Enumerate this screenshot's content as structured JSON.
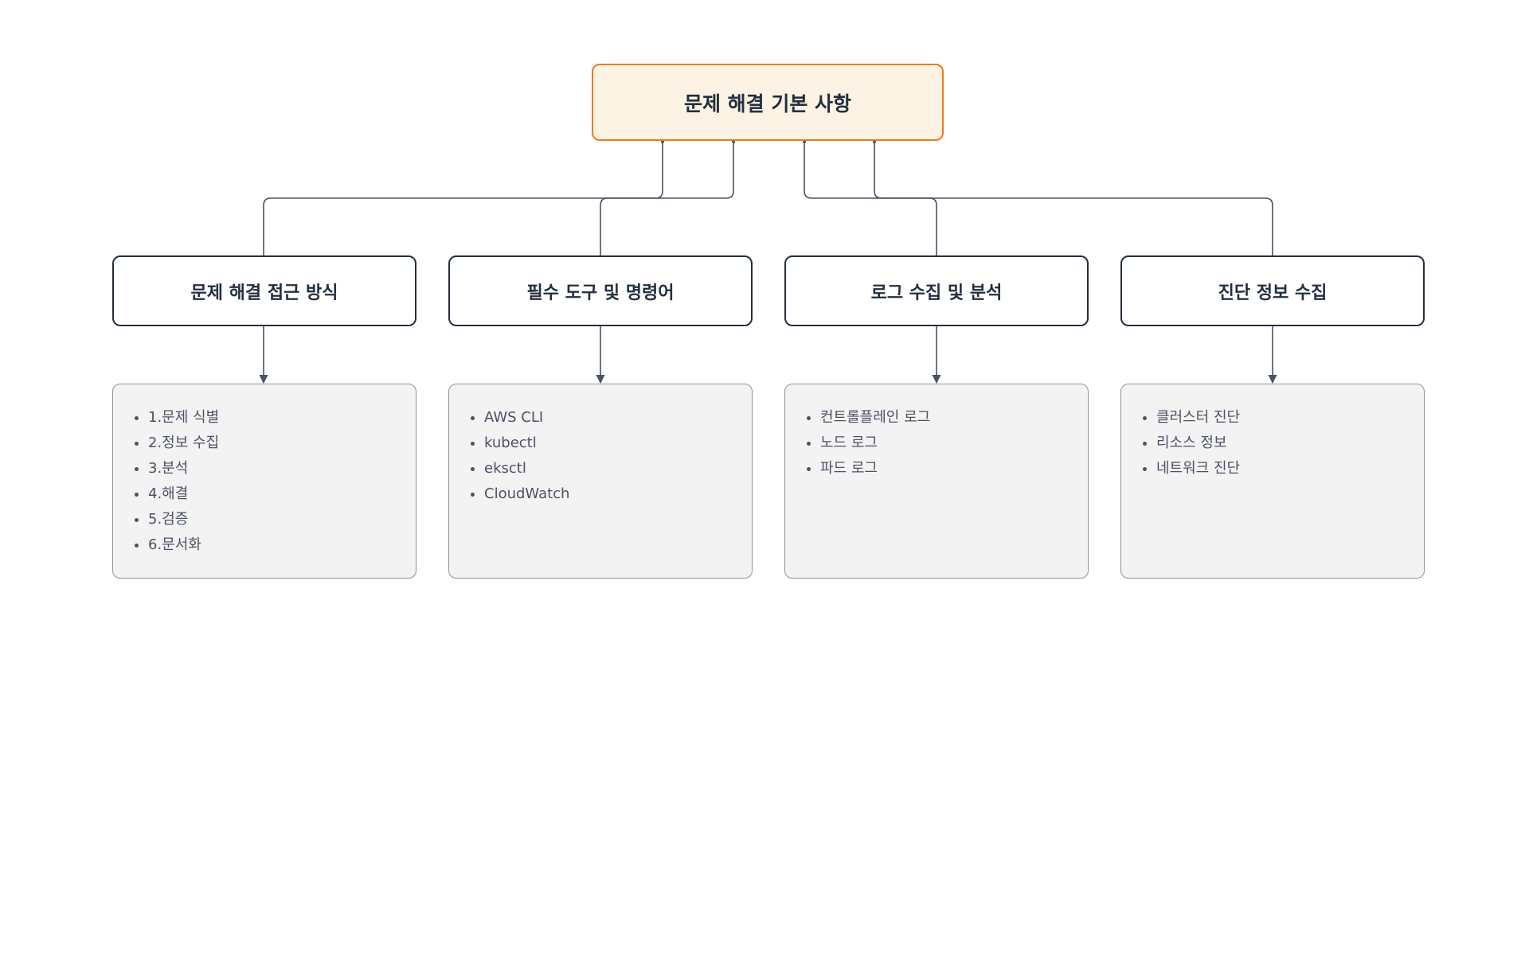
{
  "root": {
    "label": "문제 해결 기본 사항"
  },
  "categories": [
    {
      "title": "문제 해결 접근 방식",
      "items": [
        "1.문제 식별",
        "2.정보 수집",
        "3.분석",
        "4.해결",
        "5.검증",
        "6.문서화"
      ]
    },
    {
      "title": "필수 도구 및 명령어",
      "items": [
        "AWS CLI",
        "kubectl",
        "eksctl",
        "CloudWatch"
      ]
    },
    {
      "title": "로그 수집 및 분석",
      "items": [
        "컨트롤플레인 로그",
        "노드 로그",
        "파드 로그"
      ]
    },
    {
      "title": "진단 정보 수집",
      "items": [
        "클러스터 진단",
        "리소스 정보",
        "네트워크 진단"
      ]
    }
  ],
  "colors": {
    "root_fill": "#fdf3e4",
    "root_border": "#ea7a24",
    "node_border": "#232f3e",
    "detail_fill": "#f3f3f4",
    "detail_border": "#8c93a3",
    "connector": "#4b5262"
  }
}
